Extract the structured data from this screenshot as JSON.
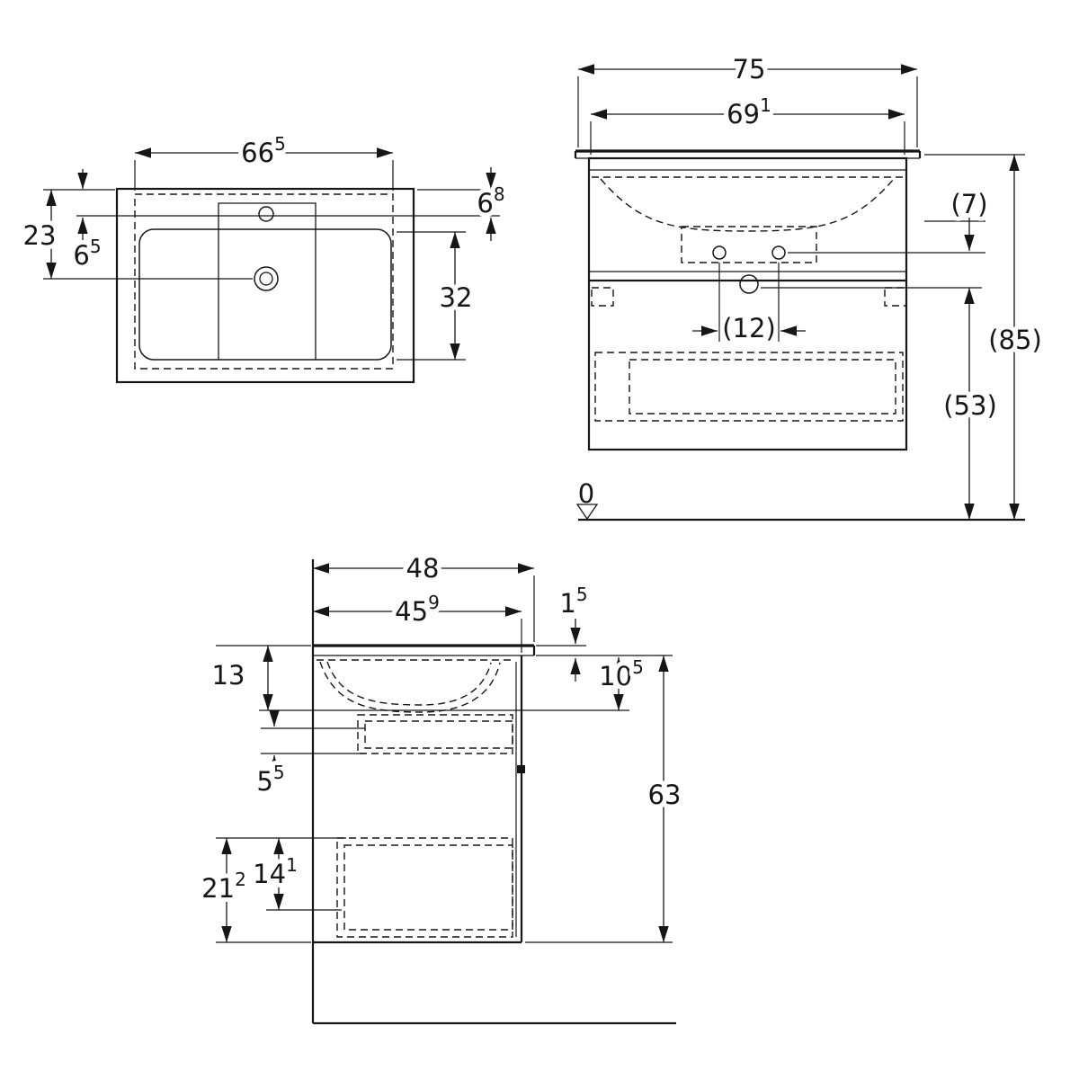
{
  "drawing": {
    "background": "#ffffff",
    "line_color": "#161616",
    "type": "vanity-unit-with-washbasin-technical-drawing"
  },
  "plan_view": {
    "dims": {
      "width": {
        "main": "66",
        "sup": "5"
      },
      "back_to_tap": {
        "main": "6",
        "sup": "8"
      },
      "back_to_drain": {
        "main": "23",
        "sup": ""
      },
      "tap_offset": {
        "main": "6",
        "sup": "5"
      },
      "bowl_depth": {
        "main": "32",
        "sup": ""
      }
    }
  },
  "front_view": {
    "dims": {
      "width_total": {
        "main": "75",
        "sup": ""
      },
      "width_body": {
        "main": "69",
        "sup": "1"
      },
      "fixing_offset": {
        "main": "(7)",
        "sup": ""
      },
      "tap_centers": {
        "main": "(12)",
        "sup": ""
      },
      "height_total": {
        "main": "(85)",
        "sup": ""
      },
      "height_lower": {
        "main": "(53)",
        "sup": ""
      },
      "datum": {
        "main": "0",
        "sup": ""
      }
    }
  },
  "side_view": {
    "dims": {
      "depth_total": {
        "main": "48",
        "sup": ""
      },
      "depth_body": {
        "main": "45",
        "sup": "9"
      },
      "worktop_thickness": {
        "main": "1",
        "sup": "5"
      },
      "basin_depth": {
        "main": "10",
        "sup": "5"
      },
      "rim_to_shelf": {
        "main": "13",
        "sup": ""
      },
      "shelf_gap": {
        "main": "5",
        "sup": "5"
      },
      "body_height": {
        "main": "63",
        "sup": ""
      },
      "drawer_outer": {
        "main": "21",
        "sup": "2"
      },
      "drawer_inner": {
        "main": "14",
        "sup": "1"
      }
    }
  }
}
